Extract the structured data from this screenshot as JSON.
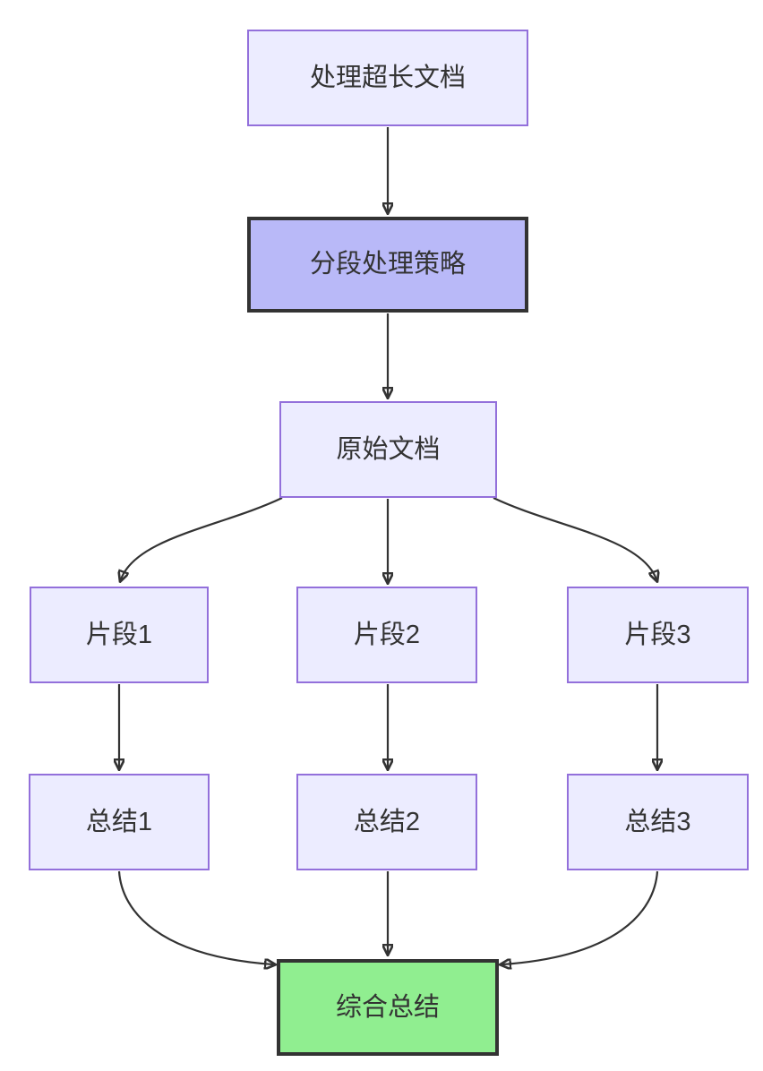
{
  "diagram": {
    "type": "flowchart",
    "direction": "top-down",
    "nodes": [
      {
        "id": "A",
        "label": "处理超长文档",
        "style": "default"
      },
      {
        "id": "B",
        "label": "分段处理策略",
        "style": "highlight"
      },
      {
        "id": "C",
        "label": "原始文档",
        "style": "default"
      },
      {
        "id": "D",
        "label": "片段1",
        "style": "default"
      },
      {
        "id": "E",
        "label": "片段2",
        "style": "default"
      },
      {
        "id": "F",
        "label": "片段3",
        "style": "default"
      },
      {
        "id": "G",
        "label": "总结1",
        "style": "default"
      },
      {
        "id": "H",
        "label": "总结2",
        "style": "default"
      },
      {
        "id": "I",
        "label": "总结3",
        "style": "default"
      },
      {
        "id": "J",
        "label": "综合总结",
        "style": "final"
      }
    ],
    "edges": [
      {
        "from": "A",
        "to": "B"
      },
      {
        "from": "B",
        "to": "C"
      },
      {
        "from": "C",
        "to": "D"
      },
      {
        "from": "C",
        "to": "E"
      },
      {
        "from": "C",
        "to": "F"
      },
      {
        "from": "D",
        "to": "G"
      },
      {
        "from": "E",
        "to": "H"
      },
      {
        "from": "F",
        "to": "I"
      },
      {
        "from": "G",
        "to": "J"
      },
      {
        "from": "H",
        "to": "J"
      },
      {
        "from": "I",
        "to": "J"
      }
    ],
    "colors": {
      "node_fill": "#ECECFF",
      "node_border": "#9370DB",
      "highlight_fill": "#B9B9F8",
      "final_fill": "#90EE90",
      "emphasis_border": "#333333",
      "edge_line": "#333333",
      "text": "#333333",
      "background": "#FFFFFF"
    }
  }
}
